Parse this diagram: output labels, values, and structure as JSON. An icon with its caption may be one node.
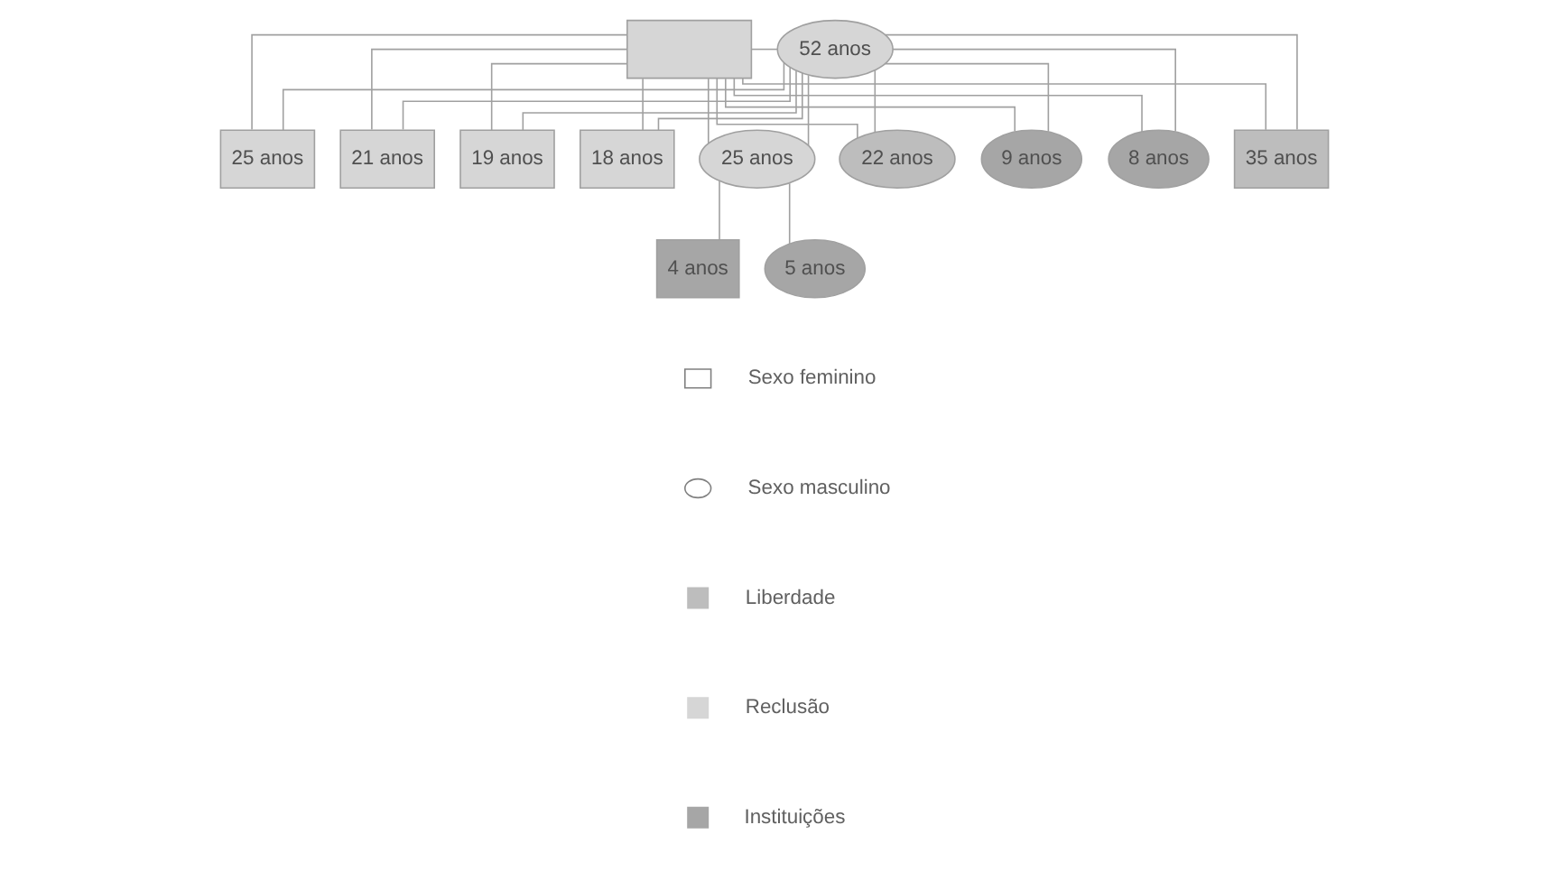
{
  "diagram": {
    "nodes": [
      {
        "text": [],
        "shape": "box"
      },
      {
        "text": [
          "52 anos"
        ]
      },
      {
        "text": [
          "35 anos"
        ]
      },
      {
        "text": [
          "25 anos"
        ]
      },
      {
        "text": [
          "21 anos"
        ]
      },
      {
        "text": [
          "19 anos"
        ]
      },
      {
        "text": [
          "18 anos"
        ]
      },
      {
        "text": [
          "25 anos"
        ]
      },
      {
        "text": [
          "22 anos"
        ]
      },
      {
        "text": [
          "9 anos"
        ]
      },
      {
        "text": [
          "8 anos"
        ]
      },
      {
        "text": [
          "4 anos"
        ]
      },
      {
        "text": [
          "5 anos"
        ]
      }
    ],
    "edges": [
      {
        "from": 0,
        "to": 1,
        "arrow": "none"
      },
      {
        "from": 0,
        "to": 2,
        "arrow": "none"
      },
      {
        "from": 1,
        "to": 2,
        "arrow": "none"
      },
      {
        "from": 0,
        "to": 3,
        "arrow": "none"
      },
      {
        "from": 1,
        "to": 3,
        "arrow": "none"
      },
      {
        "from": 0,
        "to": 4,
        "arrow": "none"
      },
      {
        "from": 1,
        "to": 4,
        "arrow": "none"
      },
      {
        "from": 0,
        "to": 5,
        "arrow": "none"
      },
      {
        "from": 1,
        "to": 5,
        "arrow": "none"
      },
      {
        "from": 0,
        "to": 6,
        "arrow": "none"
      },
      {
        "from": 1,
        "to": 6,
        "arrow": "none"
      },
      {
        "from": 0,
        "to": 7,
        "arrow": "none"
      },
      {
        "from": 1,
        "to": 7,
        "arrow": "none"
      },
      {
        "from": 0,
        "to": 8,
        "arrow": "none"
      },
      {
        "from": 1,
        "to": 8,
        "arrow": "none"
      },
      {
        "from": 0,
        "to": 9,
        "arrow": "none"
      },
      {
        "from": 1,
        "to": 9,
        "arrow": "none"
      },
      {
        "from": 0,
        "to": 10,
        "arrow": "none"
      },
      {
        "from": 1,
        "to": 10,
        "arrow": "none"
      },
      {
        "from": 7,
        "to": 11,
        "arrow": "none"
      },
      {
        "from": 7,
        "to": 12,
        "arrow": "none"
      }
    ],
    "legend": [
      {
        "text": "Sexo feminino"
      },
      {
        "text": "Sexo masculino"
      },
      {
        "text": "Liberdade",
        "color": "#bdbdbd"
      },
      {
        "text": "Reclusão",
        "color": "#d6d6d6"
      },
      {
        "text": "Instituições",
        "color": "#a6a6a6"
      }
    ]
  }
}
